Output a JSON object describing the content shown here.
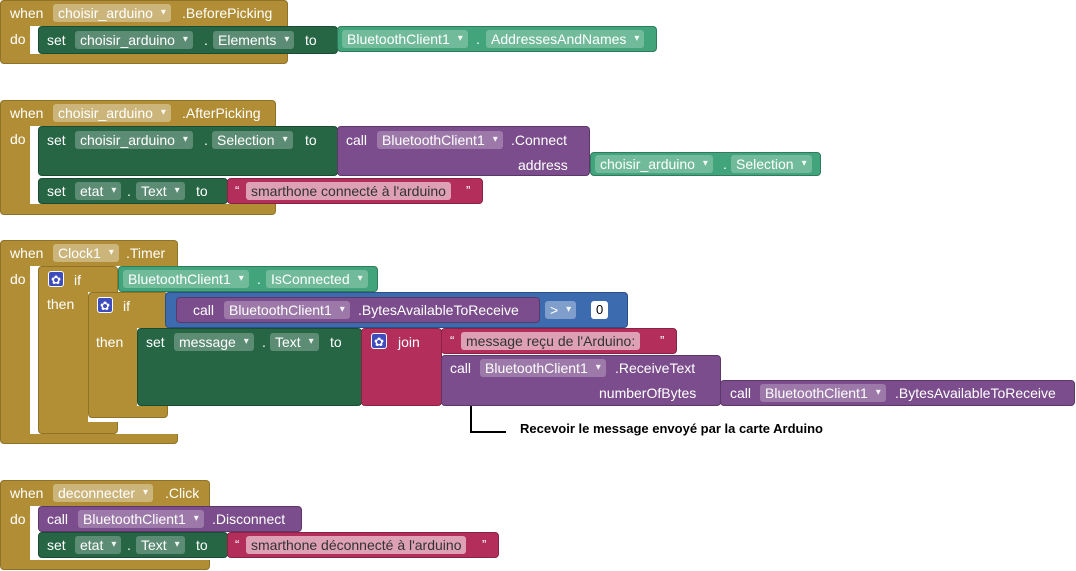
{
  "kw": {
    "when": "when",
    "do": "do",
    "set": "set",
    "to": "to",
    "call": "call",
    "if": "if",
    "then": "then",
    "join": "join",
    "address": "address",
    "numberOfBytes": "numberOfBytes",
    "dot": "."
  },
  "b1": {
    "component": "choisir_arduino",
    "event": ".BeforePicking",
    "set_comp": "choisir_arduino",
    "set_prop": "Elements",
    "val_comp": "BluetoothClient1",
    "val_prop": "AddressesAndNames"
  },
  "b2": {
    "component": "choisir_arduino",
    "event": ".AfterPicking",
    "set_comp": "choisir_arduino",
    "set_prop": "Selection",
    "call_comp": "BluetoothClient1",
    "call_method": ".Connect",
    "addr_comp": "choisir_arduino",
    "addr_prop": "Selection",
    "set2_comp": "etat",
    "set2_prop": "Text",
    "set2_text": "smarthone connecté à l'arduino"
  },
  "b3": {
    "component": "Clock1",
    "event": ".Timer",
    "if1_comp": "BluetoothClient1",
    "if1_prop": "IsConnected",
    "if2_call_comp": "BluetoothClient1",
    "if2_call_method": ".BytesAvailableToReceive",
    "op": ">",
    "num": "0",
    "set_comp": "message",
    "set_prop": "Text",
    "join_text": "message reçu de l'Arduino: ",
    "recv_comp": "BluetoothClient1",
    "recv_method": ".ReceiveText",
    "bytes_comp": "BluetoothClient1",
    "bytes_method": ".BytesAvailableToReceive"
  },
  "annotation": "Recevoir le message envoyé par la carte Arduino",
  "b4": {
    "component": "deconnecter",
    "event": ".Click",
    "call_comp": "BluetoothClient1",
    "call_method": ".Disconnect",
    "set_comp": "etat",
    "set_prop": "Text",
    "set_text": "smarthone déconnecté à l'arduino"
  }
}
